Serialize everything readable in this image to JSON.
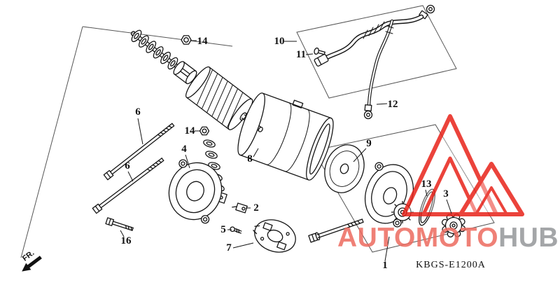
{
  "diagram": {
    "code": "KBGS-E1200A",
    "fr_label": "FR.",
    "callouts": [
      {
        "part": "terminal-nut-top",
        "num": "14"
      },
      {
        "part": "starter-cable",
        "num": "10"
      },
      {
        "part": "cable-clip",
        "num": "11"
      },
      {
        "part": "ground-cable",
        "num": "12"
      },
      {
        "part": "through-bolt-upper",
        "num": "6"
      },
      {
        "part": "lock-nut-mid",
        "num": "14"
      },
      {
        "part": "front-bracket",
        "num": "4"
      },
      {
        "part": "motor-housing",
        "num": "8"
      },
      {
        "part": "through-bolt-lower",
        "num": "6"
      },
      {
        "part": "brush-terminal",
        "num": "2"
      },
      {
        "part": "screw",
        "num": "5"
      },
      {
        "part": "brush-holder-plate",
        "num": "7"
      },
      {
        "part": "mount-bolt",
        "num": "16"
      },
      {
        "part": "thrust-disc",
        "num": "9"
      },
      {
        "part": "o-ring",
        "num": "13"
      },
      {
        "part": "drive-gear",
        "num": "3"
      },
      {
        "part": "rear-end-cover",
        "num": "1"
      }
    ]
  },
  "watermark": {
    "brand_red": "AUTOMOTO",
    "brand_gray": "HUB"
  },
  "colors": {
    "brand-red": "#ed6a5f",
    "brand-gray": "#95979a",
    "logo-red": "#e8231a",
    "line-ink": "#151515"
  }
}
